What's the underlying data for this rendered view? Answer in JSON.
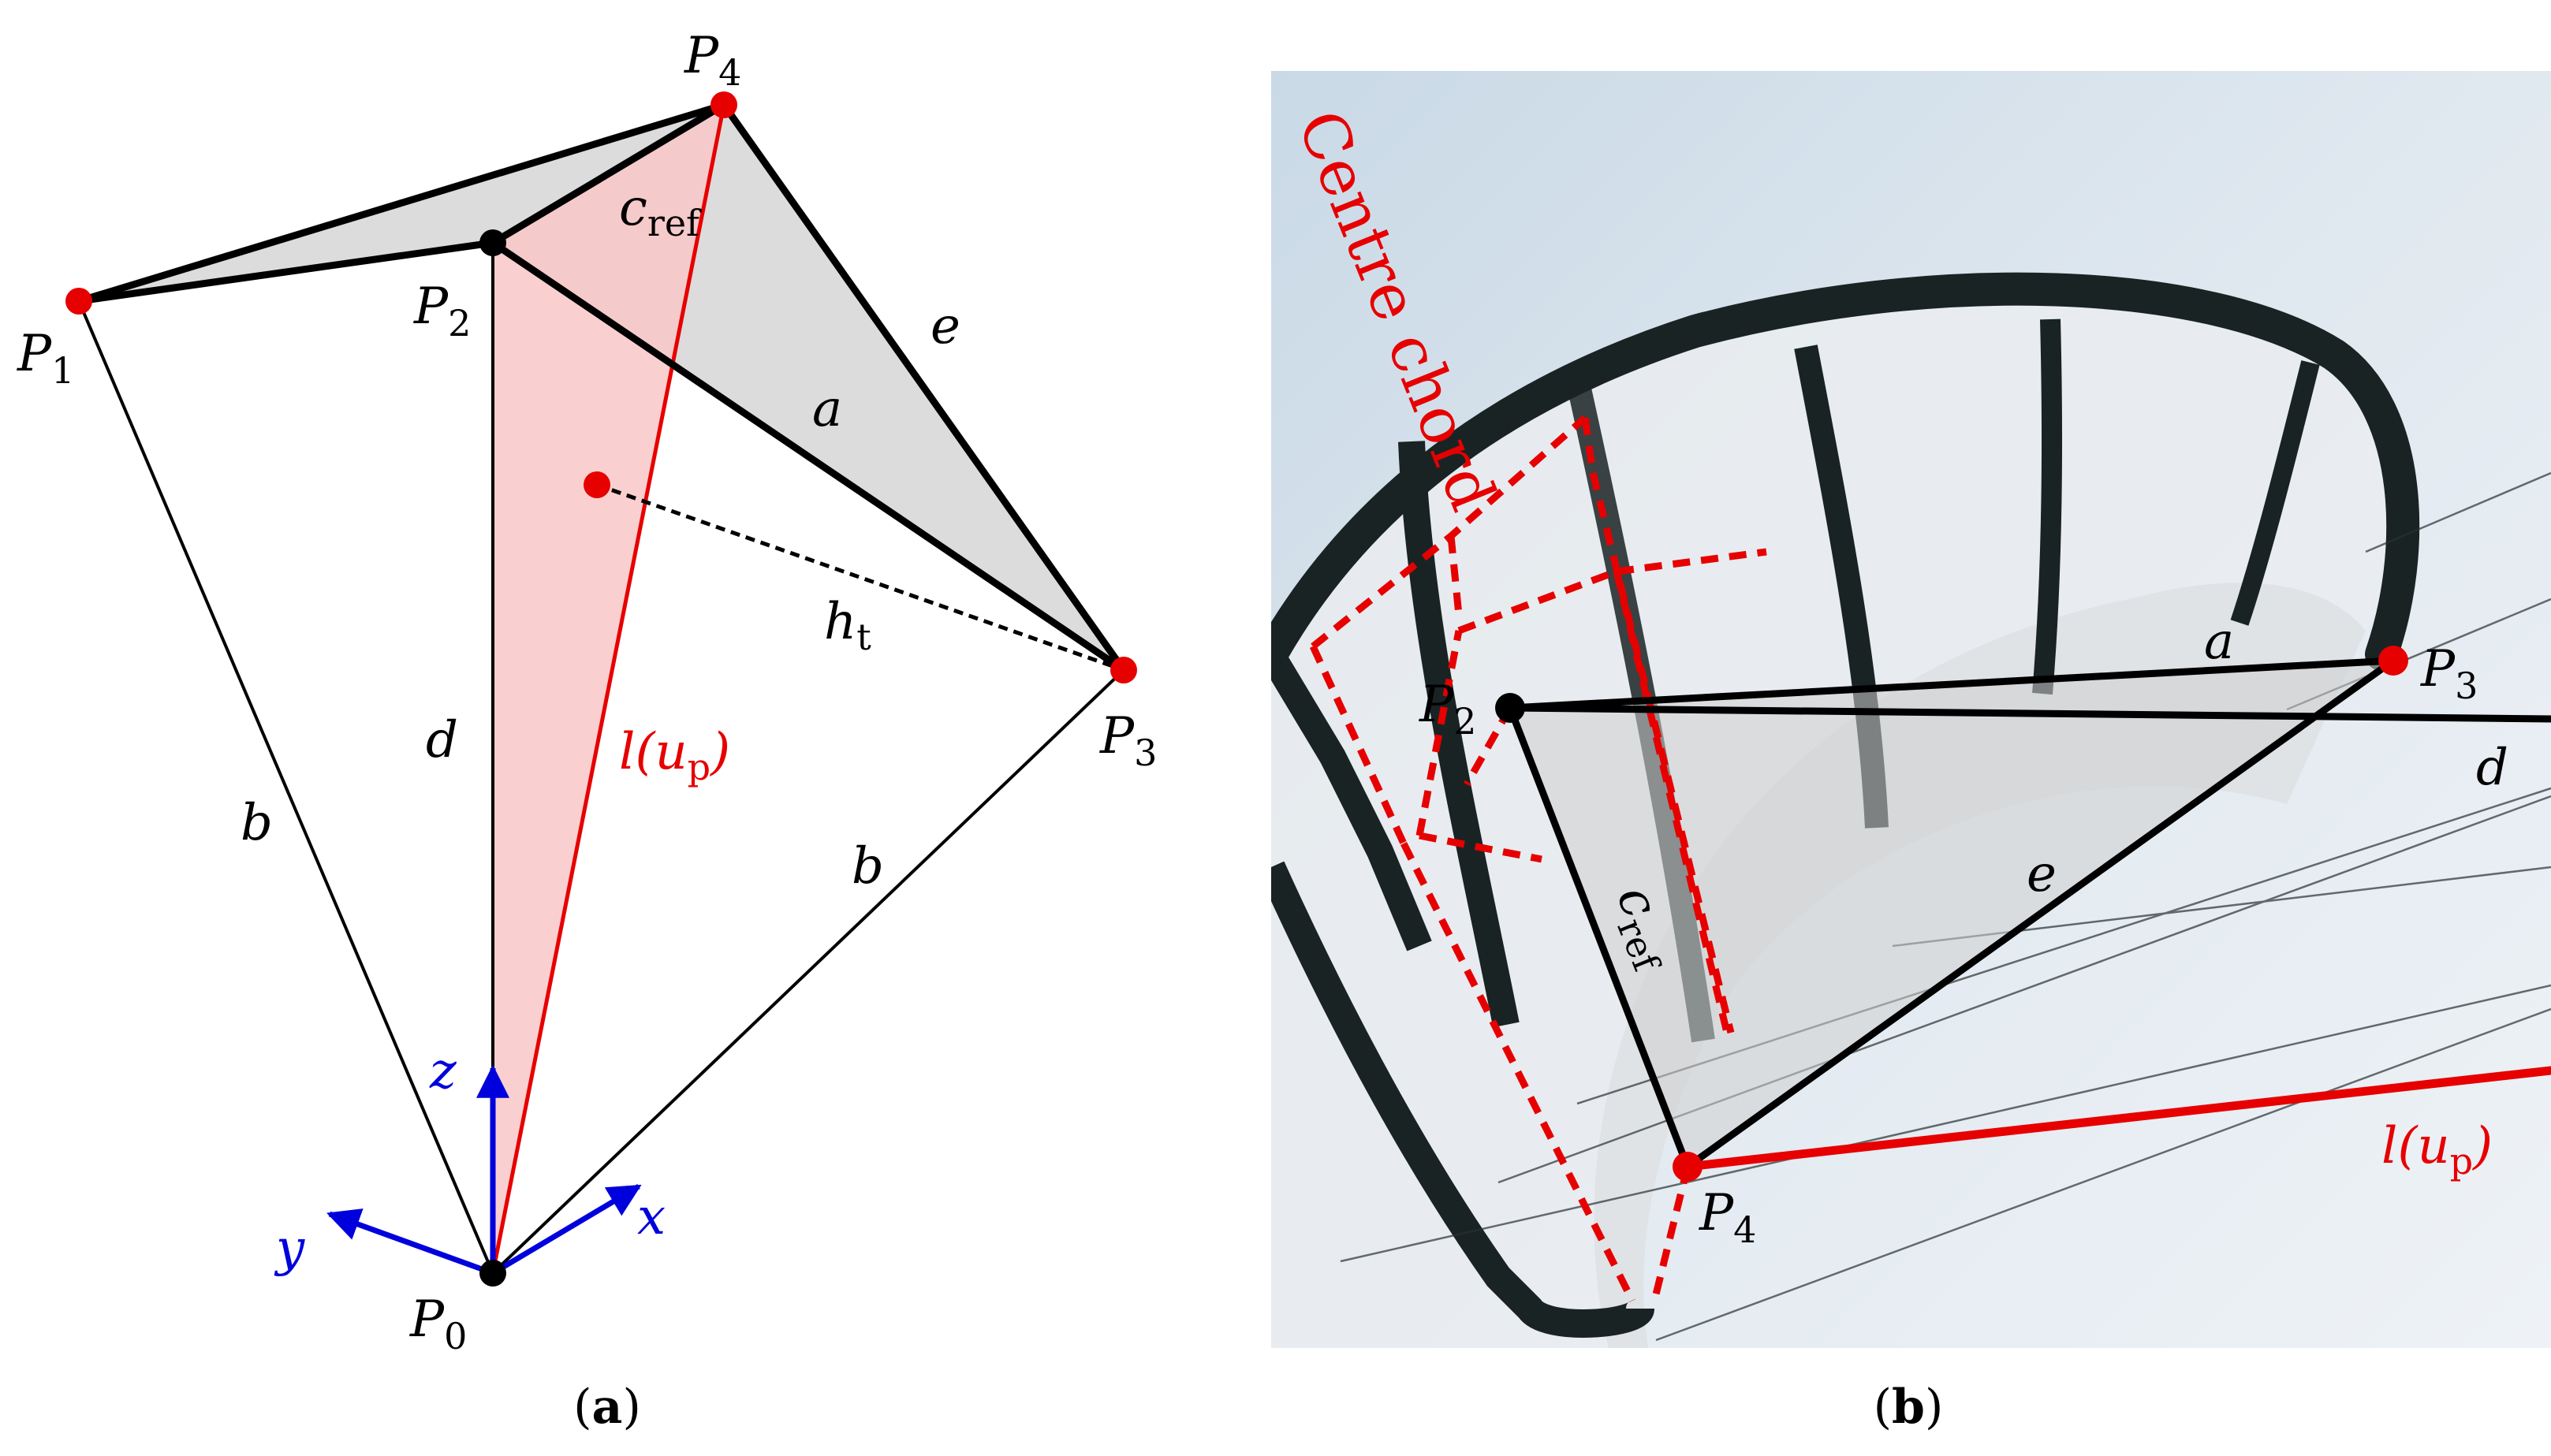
{
  "panel_a": {
    "caption_open": "(",
    "caption_letter": "a",
    "caption_close": ")",
    "points": {
      "p0": {
        "base": "P",
        "sub": "0"
      },
      "p1": {
        "base": "P",
        "sub": "1"
      },
      "p2": {
        "base": "P",
        "sub": "2"
      },
      "p3": {
        "base": "P",
        "sub": "3"
      },
      "p4": {
        "base": "P",
        "sub": "4"
      }
    },
    "edges": {
      "a": "a",
      "b_left": "b",
      "b_right": "b",
      "d": "d",
      "e": "e",
      "c_ref_base": "c",
      "c_ref_sub": "ref",
      "h_t_base": "h",
      "h_t_sub": "t",
      "l_up": "l(u",
      "l_up_sub": "p",
      "l_up_close": ")"
    },
    "axes": {
      "x": "x",
      "y": "y",
      "z": "z"
    }
  },
  "panel_b": {
    "caption_open": "(",
    "caption_letter": "b",
    "caption_close": ")",
    "centre_chord": "Centre chord",
    "points": {
      "p2": {
        "base": "P",
        "sub": "2"
      },
      "p3": {
        "base": "P",
        "sub": "3"
      },
      "p4": {
        "base": "P",
        "sub": "4"
      }
    },
    "edges": {
      "a": "a",
      "d": "d",
      "e": "e",
      "c_ref_base": "c",
      "c_ref_sub": "ref",
      "l_up": "l(u",
      "l_up_sub": "p",
      "l_up_close": ")"
    }
  },
  "colors": {
    "red": "#e60000",
    "blue": "#0000dd",
    "black": "#000000",
    "light_red": "#f9c7c7",
    "grey": "#dcdcdc"
  }
}
